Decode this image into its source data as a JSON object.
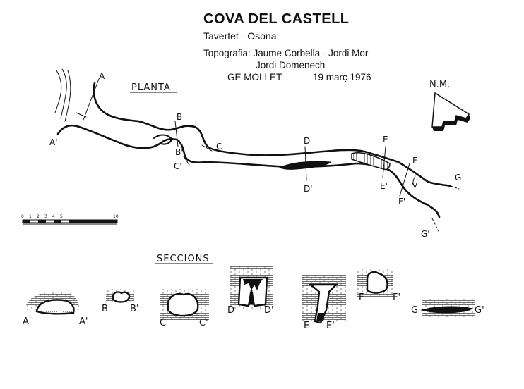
{
  "header": {
    "title": "COVA DEL CASTELL",
    "subtitle": "Tavertet - Osona",
    "topography": "Topografia: Jaume Corbella - Jordi Mor",
    "topography_2": "Jordi Domenech",
    "club": "GE MOLLET",
    "date": "19 març 1976"
  },
  "plan": {
    "label": "PLANTA",
    "north_label": "N.M.",
    "station_labels": [
      "A",
      "A'",
      "B",
      "B'",
      "C",
      "C'",
      "D",
      "D'",
      "E",
      "E'",
      "F",
      "F'",
      "G",
      "G'"
    ]
  },
  "scale_bar": {
    "ticks": [
      "0",
      "1",
      "2",
      "3",
      "4",
      "5",
      "10"
    ]
  },
  "sections": {
    "label": "SECCIONS",
    "items": [
      {
        "left": "A",
        "right": "A'"
      },
      {
        "left": "B",
        "right": "B'"
      },
      {
        "left": "C",
        "right": "C'"
      },
      {
        "left": "D",
        "right": "D'"
      },
      {
        "left": "E",
        "right": "E'"
      },
      {
        "left": "F",
        "right": "F'"
      },
      {
        "left": "G",
        "right": "G'"
      }
    ]
  },
  "colors": {
    "ink": "#111111",
    "paper": "#ffffff"
  }
}
